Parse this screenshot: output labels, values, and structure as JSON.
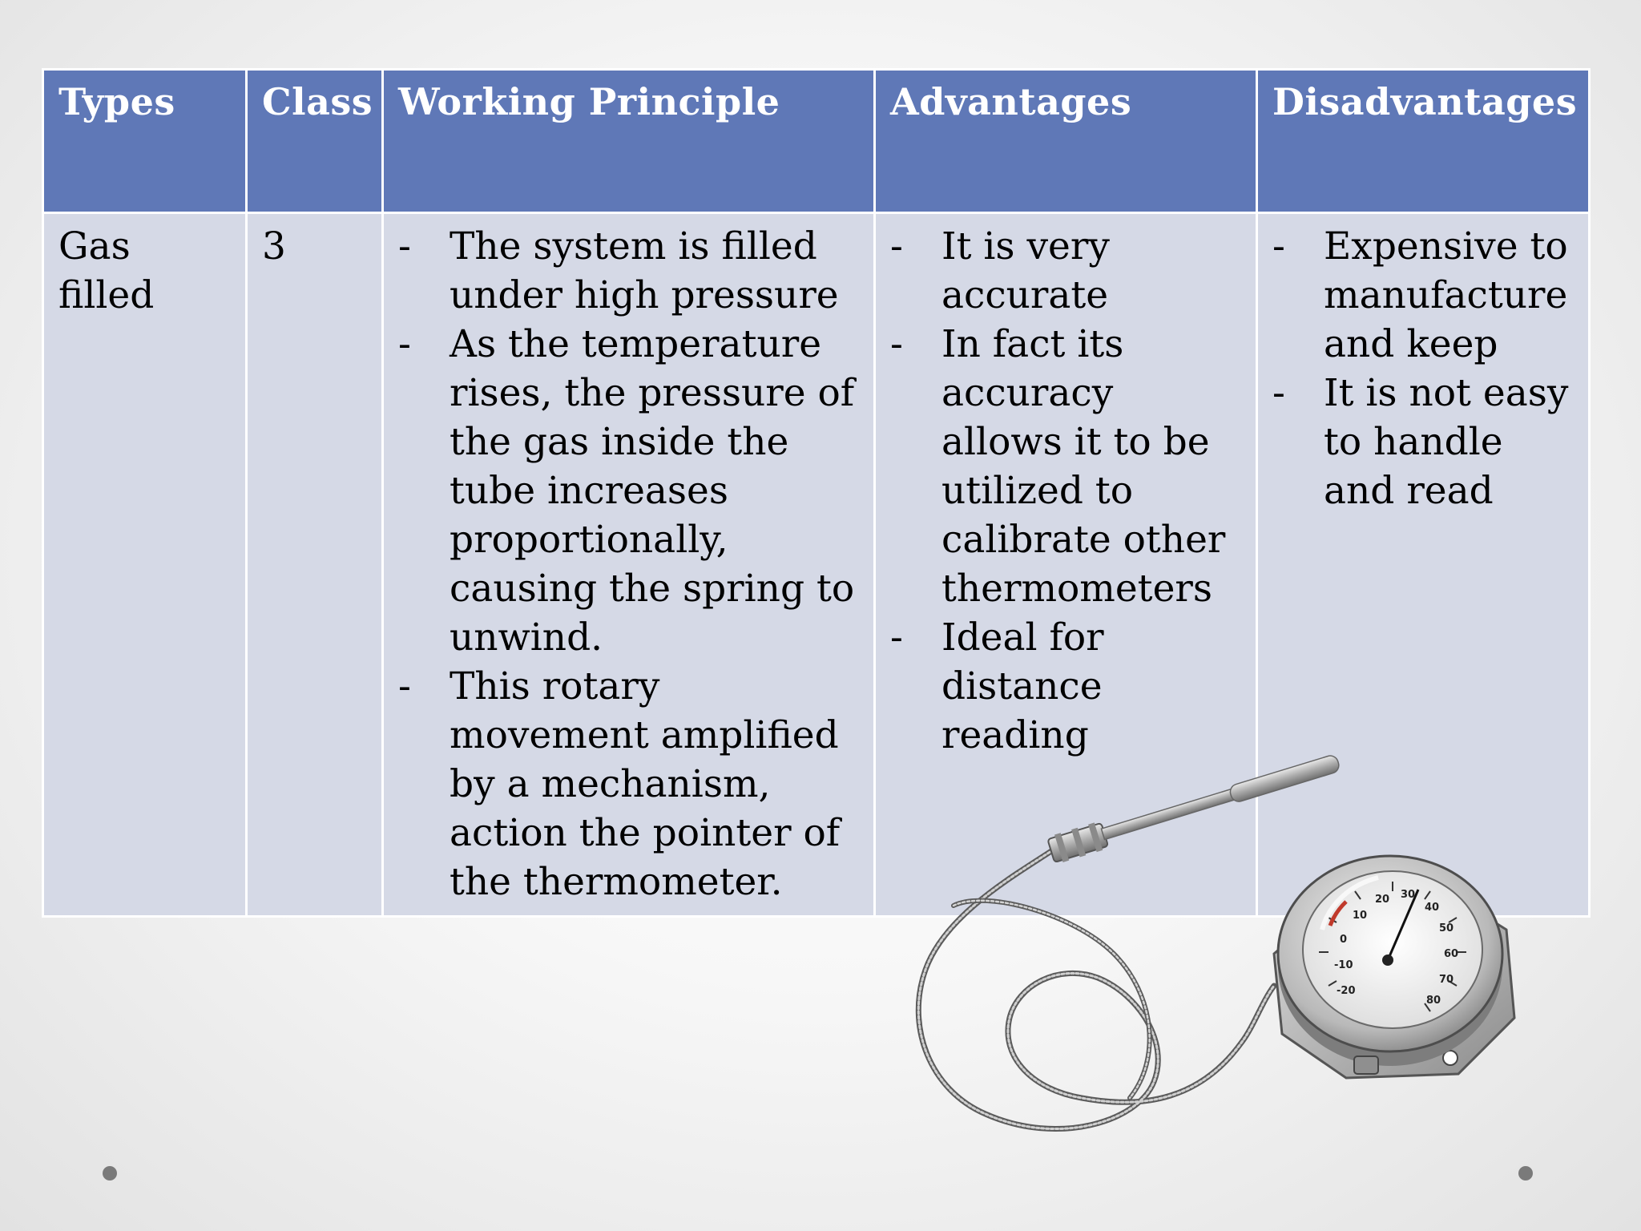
{
  "table": {
    "headers": [
      "Types",
      "Class",
      "Working Principle",
      "Advantages",
      "Disadvantages"
    ],
    "row": {
      "type": "Gas filled",
      "class": "3",
      "working_principle": [
        "The system is filled under high pressure",
        "As the temperature rises, the pressure of the gas inside the tube increases proportionally, causing the spring to unwind.",
        "This rotary movement amplified by a mechanism, action the pointer of the thermometer."
      ],
      "advantages": [
        "It is very accurate",
        "In fact its accuracy allows it to be utilized to calibrate other thermometers",
        "Ideal for distance reading"
      ],
      "disadvantages": [
        "Expensive to manufacture and keep",
        "It is not easy to handle and read"
      ],
      "bullet_symbol": "-"
    }
  },
  "gauge_dial_labels": [
    "-20",
    "-10",
    "0",
    "10",
    "20",
    "30",
    "40",
    "50",
    "60",
    "70",
    "80"
  ],
  "colors": {
    "header_bg": "#5f78b7",
    "body_bg": "#d5d9e6",
    "border": "#ffffff",
    "nav_dot": "#7a7a7a"
  },
  "icons": {
    "thermometer_image": "gas-filled-dial-thermometer",
    "nav_dots": "slide-nav-dot"
  }
}
